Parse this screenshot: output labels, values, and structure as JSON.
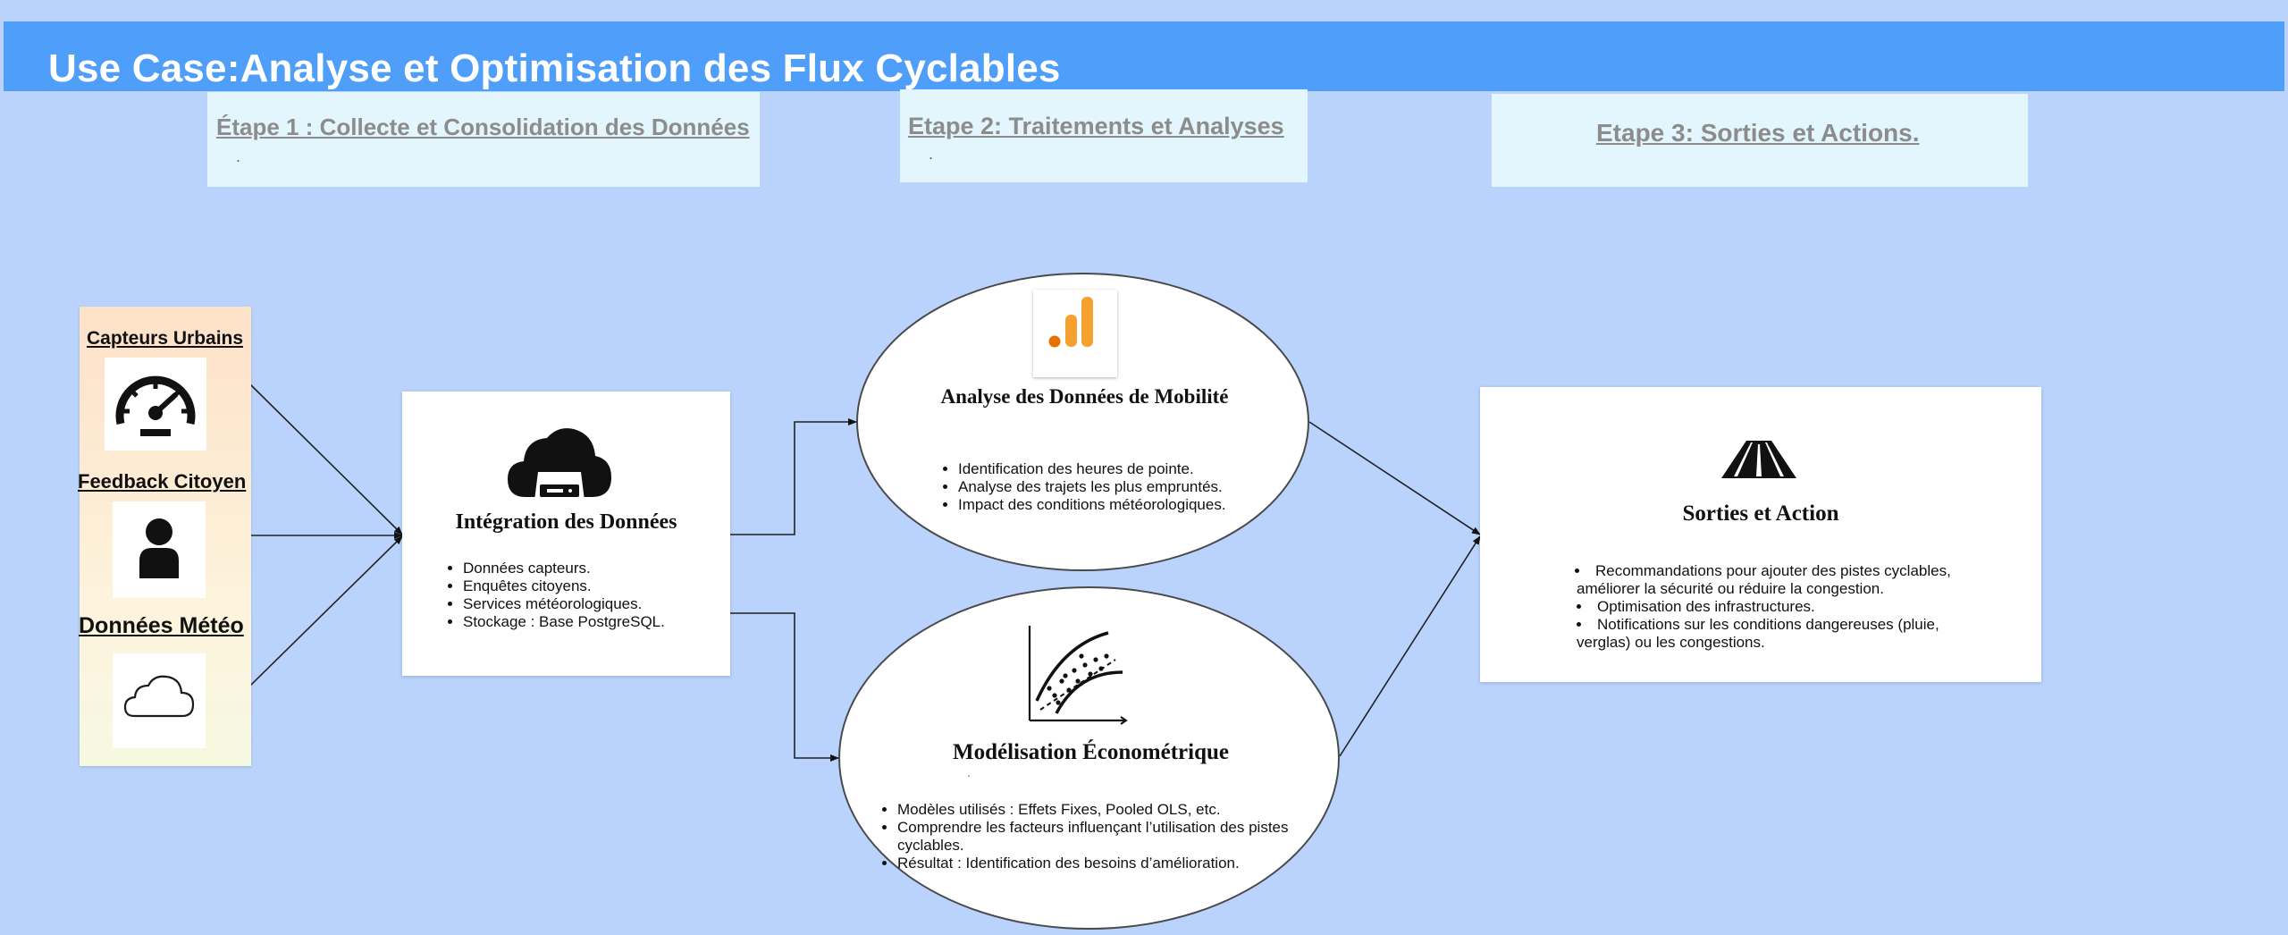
{
  "header": {
    "title": "Use Case:Analyse et Optimisation des Flux Cyclables"
  },
  "stages": [
    {
      "title": "Étape 1 : Collecte et Consolidation des Données",
      "dot": "."
    },
    {
      "title": "Etape 2: Traitements et Analyses",
      "dot": "."
    },
    {
      "title": "Etape 3: Sorties et Actions."
    }
  ],
  "sources": [
    {
      "label": "Capteurs Urbains",
      "icon": "speedometer-icon"
    },
    {
      "label": "Feedback Citoyen",
      "icon": "person-icon"
    },
    {
      "label": "Données Météo",
      "icon": "cloud-icon"
    }
  ],
  "integration": {
    "title": "Intégration des Données",
    "icon": "cloud-storage-icon",
    "items": [
      "Données capteurs.",
      "Enquêtes citoyens.",
      "Services météorologiques.",
      "Stockage : Base PostgreSQL."
    ]
  },
  "mobility": {
    "title": "Analyse des Données de Mobilité",
    "icon": "analytics-bar-icon",
    "items": [
      "Identification des heures de pointe.",
      "Analyse des trajets les plus empruntés.",
      "Impact des conditions météorologiques."
    ]
  },
  "econometric": {
    "title": "Modélisation Économétrique",
    "icon": "scatter-plot-icon",
    "dot": ".",
    "items": [
      "Modèles utilisés : Effets Fixes, Pooled OLS, etc.",
      "Comprendre les facteurs influençant  l’utilisation des pistes cyclables.",
      "Résultat : Identification des besoins d’amélioration."
    ]
  },
  "outputs": {
    "title": "Sorties et Action",
    "icon": "road-icon",
    "items": [
      "Recommandations pour ajouter des pistes cyclables, améliorer la sécurité ou réduire la congestion.",
      "Optimisation des infrastructures.",
      "Notifications sur les conditions dangereuses (pluie, verglas) ou les congestions."
    ]
  },
  "colors": {
    "background": "#b9d3fd",
    "header": "#4e9efa",
    "stage_box": "#e3f6fd",
    "analytics_orange": "#f4a12f",
    "analytics_dark_orange": "#e37400"
  }
}
